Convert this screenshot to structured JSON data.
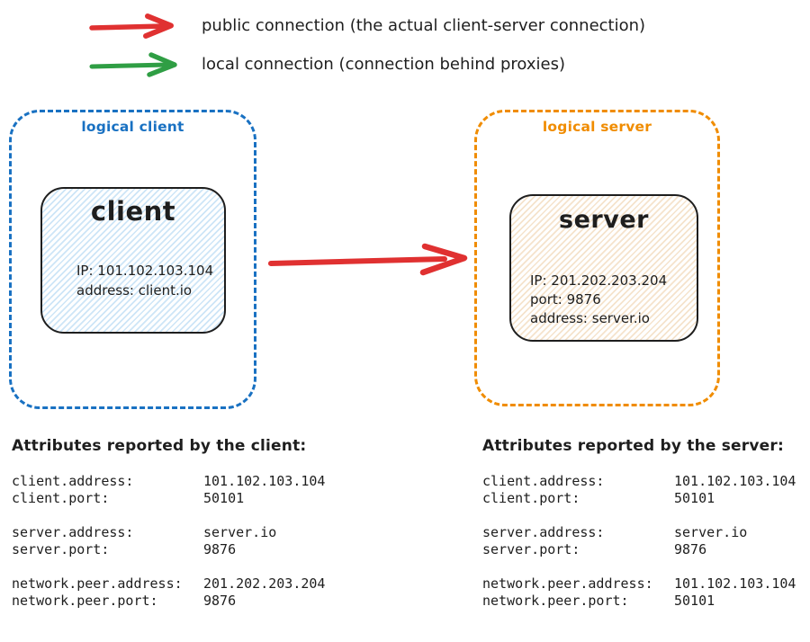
{
  "colors": {
    "public_arrow": "#e03131",
    "local_arrow": "#2f9e44",
    "logical_client_border": "#1971c2",
    "logical_server_border": "#f08c00",
    "ink": "#1e1e1e",
    "client_node_hatch": "#cde5f7",
    "server_node_hatch": "#f5e3cc"
  },
  "legend": {
    "public": {
      "label": "public connection (the actual client-server connection)",
      "arrow_color": "#e03131"
    },
    "local": {
      "label": "local connection (connection behind proxies)",
      "arrow_color": "#2f9e44"
    }
  },
  "diagram": {
    "logical_client": {
      "label": "logical client",
      "node": {
        "title": "client",
        "lines": [
          "IP: 101.102.103.104",
          "address: client.io"
        ]
      }
    },
    "logical_server": {
      "label": "logical server",
      "node": {
        "title": "server",
        "lines": [
          "IP: 201.202.203.204",
          "port: 9876",
          "address: server.io"
        ]
      }
    },
    "connection_arrow": {
      "type": "public connection",
      "from": "client",
      "to": "server",
      "color": "#e03131"
    }
  },
  "attributes_client": {
    "heading": "Attributes reported by the client:",
    "rows": [
      {
        "key": "client.address:",
        "value": "101.102.103.104"
      },
      {
        "key": "client.port:",
        "value": "50101"
      },
      {
        "key": "server.address:",
        "value": "server.io"
      },
      {
        "key": "server.port:",
        "value": "9876"
      },
      {
        "key": "network.peer.address:",
        "value": "201.202.203.204"
      },
      {
        "key": "network.peer.port:",
        "value": "9876"
      }
    ]
  },
  "attributes_server": {
    "heading": "Attributes reported by the server:",
    "rows": [
      {
        "key": "client.address:",
        "value": "101.102.103.104"
      },
      {
        "key": "client.port:",
        "value": "50101"
      },
      {
        "key": "server.address:",
        "value": "server.io"
      },
      {
        "key": "server.port:",
        "value": "9876"
      },
      {
        "key": "network.peer.address:",
        "value": "101.102.103.104"
      },
      {
        "key": "network.peer.port:",
        "value": "50101"
      }
    ]
  }
}
